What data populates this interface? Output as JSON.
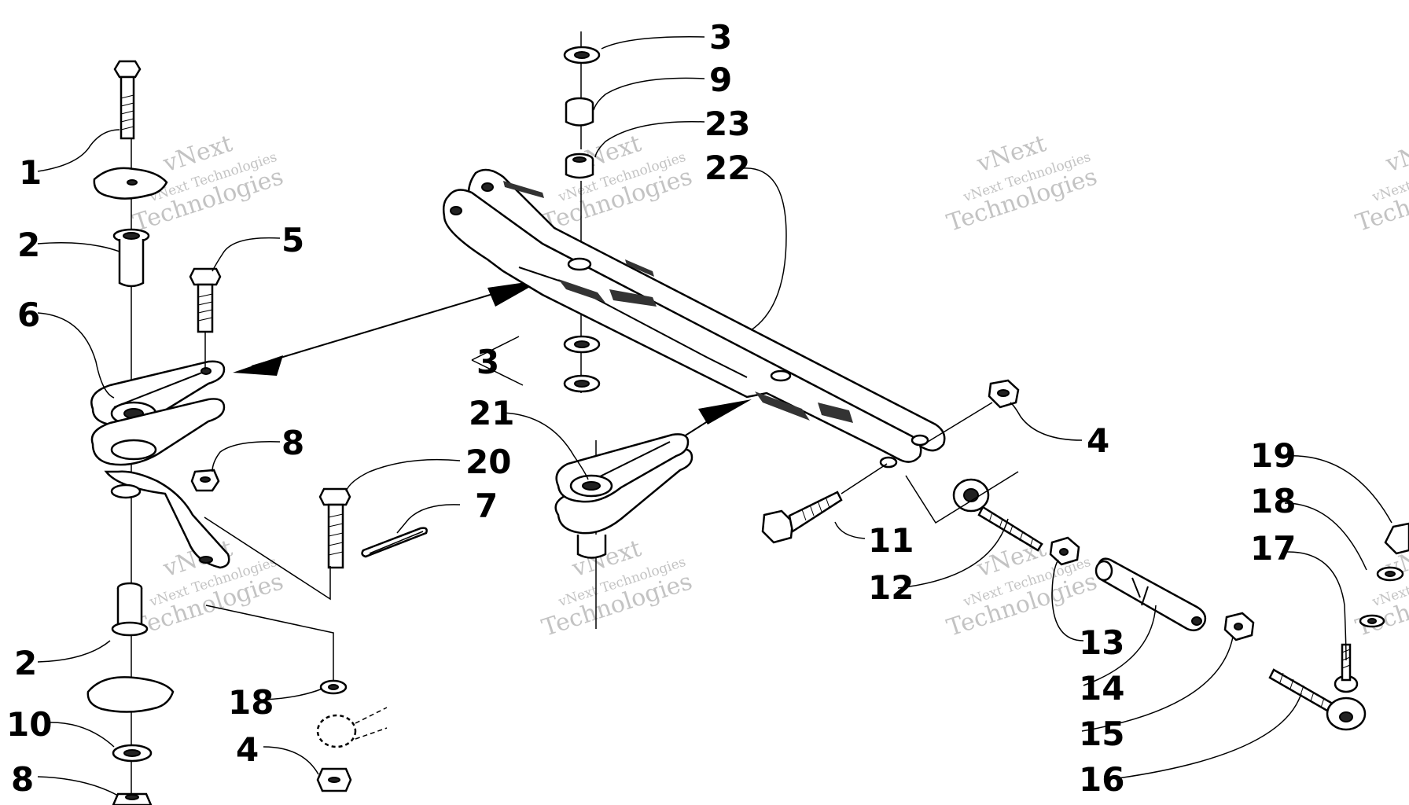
{
  "callouts": {
    "c1": "1",
    "c2a": "2",
    "c2b": "2",
    "c3a": "3",
    "c3b": "3",
    "c4a": "4",
    "c4b": "4",
    "c5": "5",
    "c6": "6",
    "c7": "7",
    "c8a": "8",
    "c8b": "8",
    "c9": "9",
    "c10": "10",
    "c11": "11",
    "c12": "12",
    "c13": "13",
    "c14": "14",
    "c15": "15",
    "c16": "16",
    "c17": "17",
    "c18a": "18",
    "c18b": "18",
    "c19": "19",
    "c20": "20",
    "c21": "21",
    "c22": "22",
    "c23": "23"
  },
  "watermark": {
    "small": "vNext Technologies",
    "big": "Technologies",
    "mark": "vNext"
  }
}
